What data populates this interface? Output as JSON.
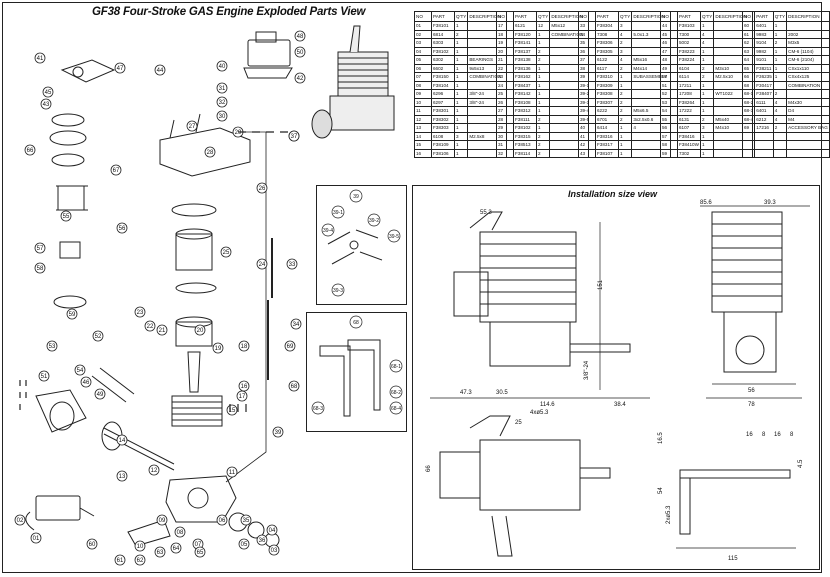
{
  "title": "GF38 Four-Stroke GAS Engine Exploded Parts View",
  "install_title": "Installation size view",
  "table_headers": [
    "NO",
    "PART",
    "Q'TY",
    "DESCRIPTION"
  ],
  "tables": [
    [
      [
        "01",
        "F38101",
        "1",
        ""
      ],
      [
        "02",
        "6814",
        "2",
        ""
      ],
      [
        "03",
        "6303",
        "1",
        ""
      ],
      [
        "04",
        "F38102",
        "1",
        ""
      ],
      [
        "05",
        "6302",
        "1",
        "BEARINGS"
      ],
      [
        "06",
        "6602",
        "1",
        "9x5x13"
      ],
      [
        "07",
        "F38150",
        "1",
        "COMBINATION"
      ],
      [
        "08",
        "F38104",
        "1",
        ""
      ],
      [
        "09",
        "6296",
        "1",
        "3/8\"-24"
      ],
      [
        "10",
        "6297",
        "1",
        "3/8\"-24"
      ],
      [
        "11",
        "F38301",
        "1",
        ""
      ],
      [
        "12",
        "F38302",
        "1",
        ""
      ],
      [
        "13",
        "F38303",
        "1",
        ""
      ],
      [
        "14",
        "6108",
        "3",
        "M2.5x8"
      ],
      [
        "15",
        "F38109",
        "1",
        ""
      ],
      [
        "16",
        "F38106",
        "1",
        ""
      ]
    ],
    [
      [
        "17",
        "6121",
        "12",
        "M5x12"
      ],
      [
        "18",
        "F38120",
        "1",
        "COMBINATION"
      ],
      [
        "19",
        "F38141",
        "1",
        ""
      ],
      [
        "20",
        "F38137",
        "2",
        ""
      ],
      [
        "21",
        "F38138",
        "2",
        ""
      ],
      [
        "22",
        "F38136",
        "1",
        ""
      ],
      [
        "23",
        "F38162",
        "1",
        ""
      ],
      [
        "24",
        "F38437",
        "1",
        ""
      ],
      [
        "25",
        "F38142",
        "1",
        ""
      ],
      [
        "26",
        "F38108",
        "1",
        ""
      ],
      [
        "27",
        "F38312",
        "1",
        ""
      ],
      [
        "28",
        "F38111",
        "2",
        ""
      ],
      [
        "29",
        "F38102",
        "1",
        ""
      ],
      [
        "30",
        "F38315",
        "2",
        ""
      ],
      [
        "31",
        "F38513",
        "2",
        ""
      ],
      [
        "32",
        "F38114",
        "2",
        ""
      ]
    ],
    [
      [
        "33",
        "F38304",
        "3",
        ""
      ],
      [
        "34",
        "7308",
        "4",
        "5.0x1.3"
      ],
      [
        "35",
        "F38306",
        "2",
        ""
      ],
      [
        "36",
        "F38305",
        "3",
        ""
      ],
      [
        "37",
        "6122",
        "4",
        "M5x16"
      ],
      [
        "38",
        "6117",
        "2",
        "M4x14"
      ],
      [
        "39",
        "F38310",
        "1",
        "SUBASSEMBLY"
      ],
      [
        "39-1",
        "F38309",
        "1",
        ""
      ],
      [
        "39-2",
        "F38308",
        "2",
        ""
      ],
      [
        "39-3",
        "F38307",
        "2",
        ""
      ],
      [
        "39-4",
        "6222",
        "2",
        "M5x6.5"
      ],
      [
        "39-5",
        "6701",
        "2",
        "3x2.5x0.6"
      ],
      [
        "40",
        "6414",
        "1",
        "4"
      ],
      [
        "41",
        "F38316",
        "1",
        ""
      ],
      [
        "42",
        "F38317",
        "1",
        ""
      ],
      [
        "43",
        "F38107",
        "1",
        ""
      ]
    ],
    [
      [
        "44",
        "F38103",
        "1",
        ""
      ],
      [
        "45",
        "7300",
        "4",
        ""
      ],
      [
        "46",
        "5002",
        "4",
        ""
      ],
      [
        "47",
        "F38223",
        "1",
        ""
      ],
      [
        "48",
        "F38224",
        "1",
        ""
      ],
      [
        "49",
        "6104",
        "2",
        "M3x10"
      ],
      [
        "50",
        "6114",
        "2",
        "M2.5x10"
      ],
      [
        "51",
        "17211",
        "1",
        ""
      ],
      [
        "52",
        "17208",
        "1",
        "WT1022"
      ],
      [
        "53",
        "F38264",
        "1",
        ""
      ],
      [
        "54",
        "17222",
        "1",
        ""
      ],
      [
        "55",
        "6131",
        "2",
        "M5x40"
      ],
      [
        "56",
        "6107",
        "3",
        "M4x10"
      ],
      [
        "57",
        "F38416",
        "1",
        ""
      ],
      [
        "58",
        "F38410W",
        "1",
        ""
      ],
      [
        "59",
        "7302",
        "1",
        ""
      ]
    ],
    [
      [
        "60",
        "6401",
        "1",
        ""
      ],
      [
        "61",
        "9983",
        "1",
        "2002"
      ],
      [
        "62",
        "9104",
        "2",
        "M3x5"
      ],
      [
        "63",
        "9982",
        "1",
        "CM-6 (1104)"
      ],
      [
        "64",
        "9101",
        "1",
        "CM-6 (2104)"
      ],
      [
        "65",
        "F38211",
        "1",
        "CSx1x110"
      ],
      [
        "66",
        "F36235",
        "1",
        "CSx4x125"
      ],
      [
        "68",
        "F30417",
        "",
        "COMBINATION"
      ],
      [
        "68-1",
        "F38407",
        "2",
        ""
      ],
      [
        "68-2",
        "6111",
        "4",
        "M4x30"
      ],
      [
        "68-3",
        "6401",
        "4",
        "D4"
      ],
      [
        "68-4",
        "6212",
        "4",
        "M4"
      ],
      [
        "69",
        "17216",
        "2",
        "ACCESSORY BAG"
      ],
      [
        "",
        "",
        "",
        ""
      ],
      [
        "",
        "",
        "",
        ""
      ],
      [
        "",
        "",
        "",
        ""
      ]
    ]
  ],
  "exploded_callouts": [
    "48",
    "50",
    "42",
    "41",
    "43",
    "45",
    "47",
    "44",
    "40",
    "31",
    "32",
    "30",
    "38",
    "37",
    "29",
    "28",
    "27",
    "26",
    "25",
    "24",
    "23",
    "22",
    "21",
    "20",
    "19",
    "18",
    "17",
    "16",
    "15",
    "14",
    "13",
    "12",
    "11",
    "10",
    "09",
    "08",
    "07",
    "06",
    "05",
    "04",
    "03",
    "02",
    "01",
    "60",
    "61",
    "62",
    "63",
    "64",
    "65",
    "66",
    "67",
    "55",
    "56",
    "57",
    "58",
    "59",
    "52",
    "53",
    "54",
    "51",
    "46",
    "49",
    "35",
    "36",
    "33",
    "34",
    "68",
    "69",
    "39"
  ],
  "subassembly_39_labels": [
    "39",
    "39-1",
    "39-2",
    "39-3",
    "39-4",
    "39-5"
  ],
  "subassembly_68_labels": [
    "68",
    "68-1",
    "68-2",
    "68-3",
    "68-4"
  ],
  "dims": {
    "d55": "55.3",
    "d151": "151",
    "d47": "47.3",
    "d305": "30.5",
    "d1146": "114.6",
    "d384": "38.4",
    "d3824": "3/8\"-24",
    "d856": "85.6",
    "d393": "39.3",
    "d56": "56",
    "d78": "78",
    "d4x53": "4xø5.3",
    "d25": "25",
    "d66": "66",
    "d54": "54",
    "d2x53": "2xø5.3",
    "d165": "16.5",
    "d16": "16",
    "d8": "8",
    "d16b": "16",
    "d8b": "8",
    "d45": "4.5",
    "d115": "115"
  }
}
